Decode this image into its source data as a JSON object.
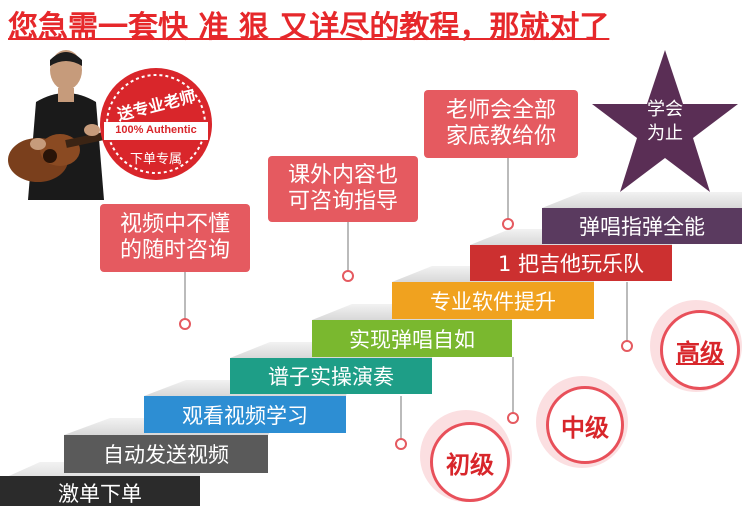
{
  "headline": "您急需一套快 准 狠 又详尽的教程，那就对了",
  "stamp": {
    "top": "送专业老师",
    "middle": "100% Authentic",
    "bottom": "下单专属"
  },
  "steps": [
    {
      "label": "激单下单",
      "color": "#2b2b2b"
    },
    {
      "label": "自动发送视频",
      "color": "#5a5a5a"
    },
    {
      "label": "观看视频学习",
      "color": "#2d8ed3"
    },
    {
      "label": "谱子实操演奏",
      "color": "#1e9e87"
    },
    {
      "label": "实现弹唱自如",
      "color": "#7ab82f"
    },
    {
      "label": "专业软件提升",
      "color": "#f0a21f"
    },
    {
      "label": "1 把吉他玩乐队",
      "color": "#cc3030"
    },
    {
      "label": "弹唱指弹全能",
      "color": "#5a3a5f"
    }
  ],
  "bubbles": [
    {
      "line1": "视频中不懂",
      "line2": "的随时咨询"
    },
    {
      "line1": "课外内容也",
      "line2": "可咨询指导"
    },
    {
      "line1": "老师会全部",
      "line2": "家底教给你"
    }
  ],
  "star": {
    "line1": "学会",
    "line2": "为止",
    "color": "#5a2e55"
  },
  "levels": {
    "beginner": "初级",
    "intermediate": "中级",
    "advanced": "高级"
  }
}
